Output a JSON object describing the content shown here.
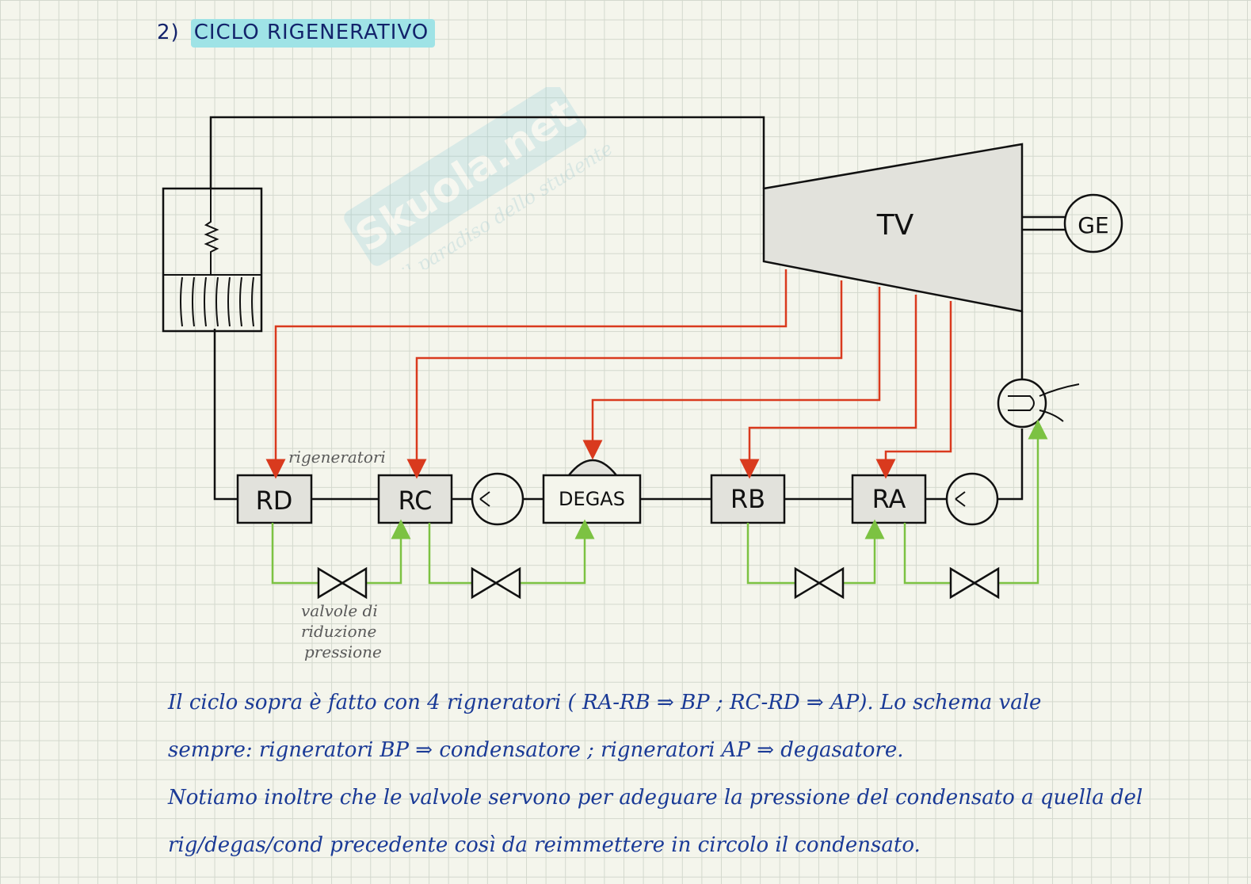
{
  "heading": {
    "number": "2)",
    "title": "CICLO RIGENERATIVO"
  },
  "components": {
    "turbine": "TV",
    "generator": "GE",
    "deaerator": "DEGAS",
    "regenerators": {
      "rd": "RD",
      "rc": "RC",
      "rb": "RB",
      "ra": "RA"
    }
  },
  "annotations": {
    "regenerators_note": "rigeneratori",
    "valves_note_line1": "valvole di",
    "valves_note_line2": "riduzione",
    "valves_note_line3": "pressione"
  },
  "watermark": {
    "brand": "Skuola.net",
    "tagline": "il paradiso dello studente"
  },
  "paragraph": {
    "line1": "Il ciclo sopra è fatto con 4 rigneratori ( RA-RB ⇒ BP ; RC-RD ⇒ AP). Lo schema vale",
    "line2": "sempre: rigneratori BP ⇒ condensatore ; rigneratori AP ⇒ degasatore.",
    "line3": "Notiamo inoltre che le valvole servono per adeguare la pressione del condensato a quella del",
    "line4": "rig/degas/cond precedente così da reimmettere in circolo il condensato."
  },
  "colors": {
    "ink": "#111111",
    "bleed_lines": "#d93a1e",
    "drain_lines": "#7cc242",
    "component_fill": "#e2e2dc",
    "text_blue": "#1a3a96",
    "highlight": "#9fe3e6"
  }
}
